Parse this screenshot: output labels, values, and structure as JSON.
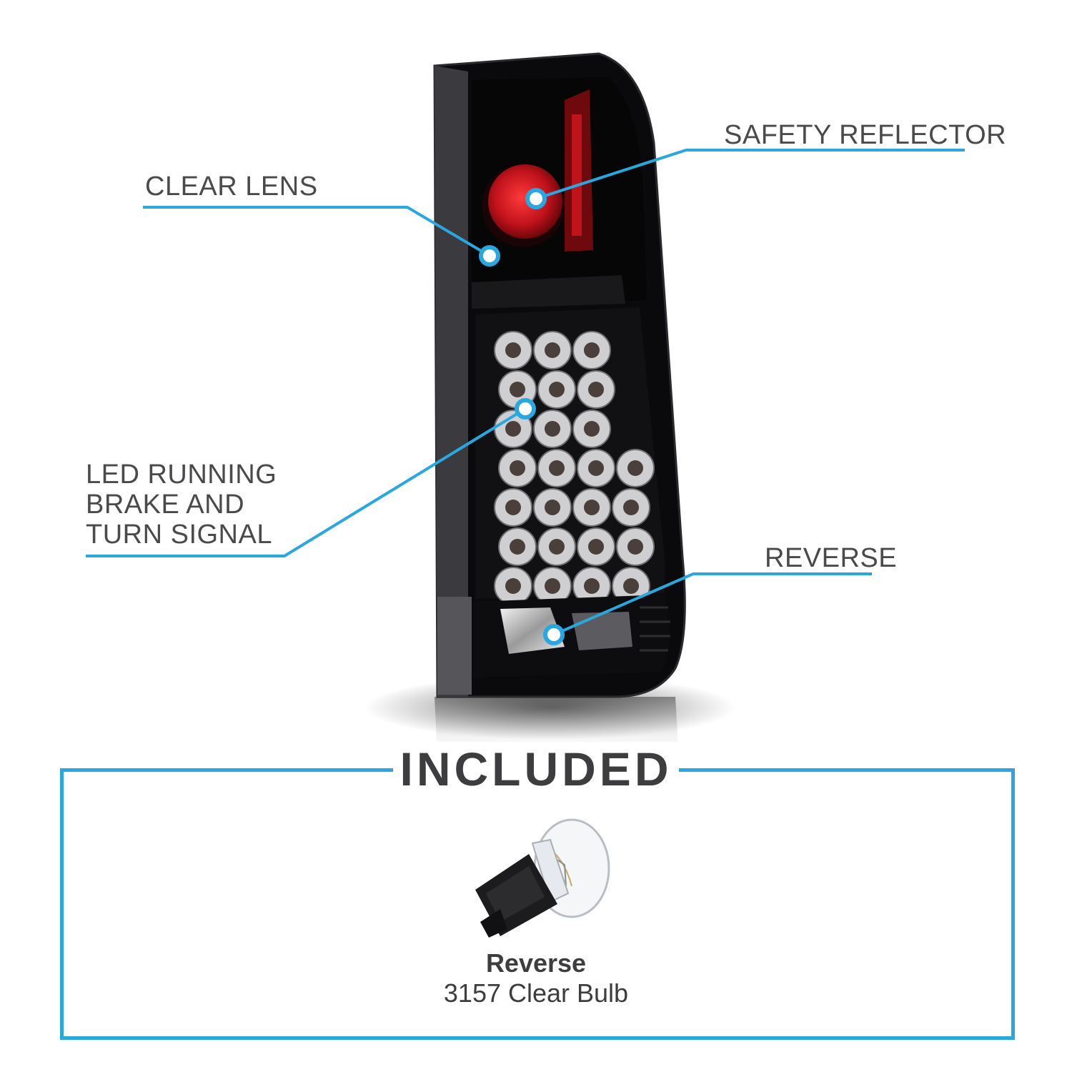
{
  "colors": {
    "accent": "#29a8e0",
    "text": "#4a4a4c",
    "lamp_housing": "#0a0a0c",
    "reflector": "#c1121c"
  },
  "callouts": {
    "clear_lens": "CLEAR LENS",
    "safety_reflector": "SAFETY REFLECTOR",
    "led": [
      "LED RUNNING",
      "BRAKE AND",
      "TURN SIGNAL"
    ],
    "reverse": "REVERSE"
  },
  "included": {
    "title": "INCLUDED",
    "bulb_name": "Reverse",
    "bulb_desc": "3157 Clear Bulb"
  }
}
